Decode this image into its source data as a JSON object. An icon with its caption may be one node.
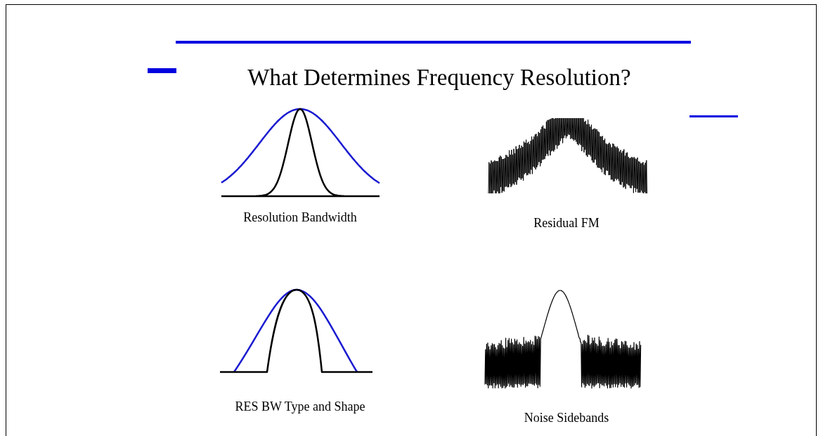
{
  "diagram": {
    "title": "What Determines Frequency Resolution?",
    "labels": [
      "Resolution Bandwidth",
      "Residual FM",
      "RES BW Type and Shape",
      "Noise Sidebands"
    ]
  }
}
